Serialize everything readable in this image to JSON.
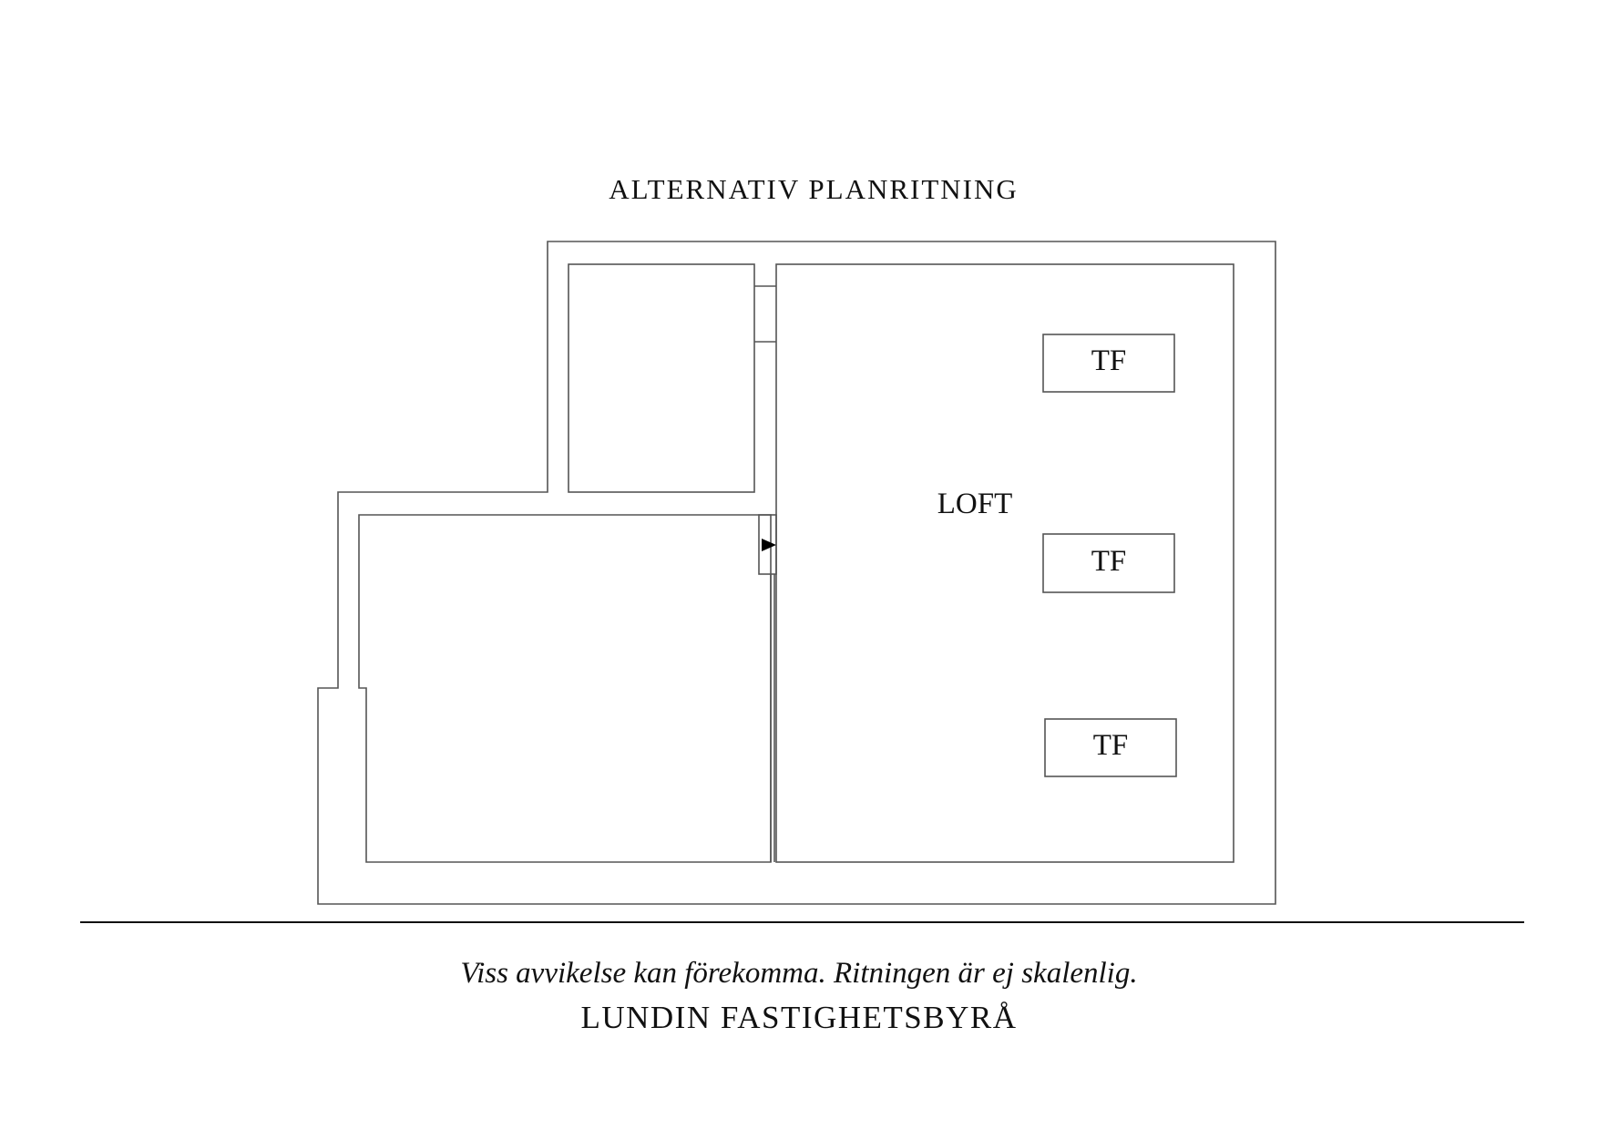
{
  "title": "ALTERNATIV PLANRITNING",
  "rooms": [
    {
      "label": "LOFT"
    },
    {
      "label": ""
    },
    {
      "label": ""
    }
  ],
  "fixtures": [
    {
      "label": "TF"
    },
    {
      "label": "TF"
    },
    {
      "label": "TF"
    }
  ],
  "footer": {
    "disclaimer": "Viss avvikelse kan förekomma. Ritningen är ej skalenlig.",
    "company": "LUNDIN FASTIGHETSBYRÅ"
  },
  "colors": {
    "line": "#555555",
    "baseline": "#111111",
    "background": "#ffffff"
  }
}
